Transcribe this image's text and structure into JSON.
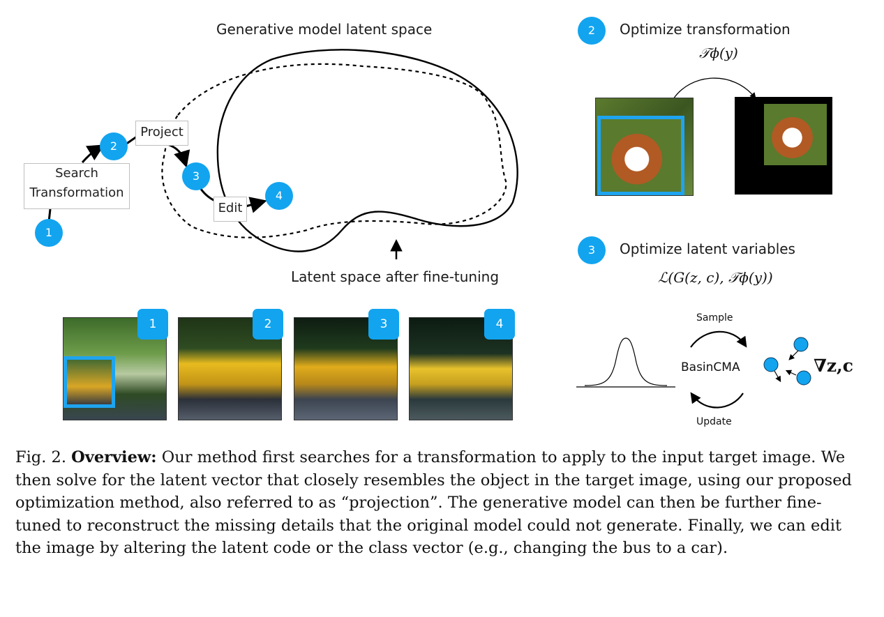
{
  "diagram": {
    "title_latent_space": "Generative model latent space",
    "label_finetuned": "Latent space after fine-tuning",
    "step_boxes": {
      "search": [
        "Search",
        "Transformation"
      ],
      "project": "Project",
      "edit": "Edit"
    },
    "step_circles": [
      "1",
      "2",
      "3",
      "4"
    ]
  },
  "thumbnails": [
    {
      "badge": "1"
    },
    {
      "badge": "2"
    },
    {
      "badge": "3"
    },
    {
      "badge": "4"
    }
  ],
  "panel2": {
    "circle": "2",
    "title": "Optimize transformation",
    "formula": "𝒯ϕ(y)"
  },
  "panel3": {
    "circle": "3",
    "title": "Optimize latent variables",
    "formula": "ℒ(G(z, c), 𝒯ϕ(y))",
    "sample_label": "Sample",
    "update_label": "Update",
    "method_label": "BasinCMA",
    "gradient_label": "∇z,c"
  },
  "caption": {
    "prefix": "Fig. 2.",
    "bold": "Overview:",
    "text": "Our method first searches for a transformation to apply to the input target image. We then solve for the latent vector that closely resembles the object in the target image, using our proposed optimization method, also referred to as “projection”. The generative model can then be further fine-tuned to reconstruct the missing details that the original model could not generate. Finally, we can edit the image by altering the latent code or the class vector (e.g., changing the bus to a car)."
  },
  "colors": {
    "accent": "#12a4ef",
    "border_box": "#bfbfbf"
  }
}
